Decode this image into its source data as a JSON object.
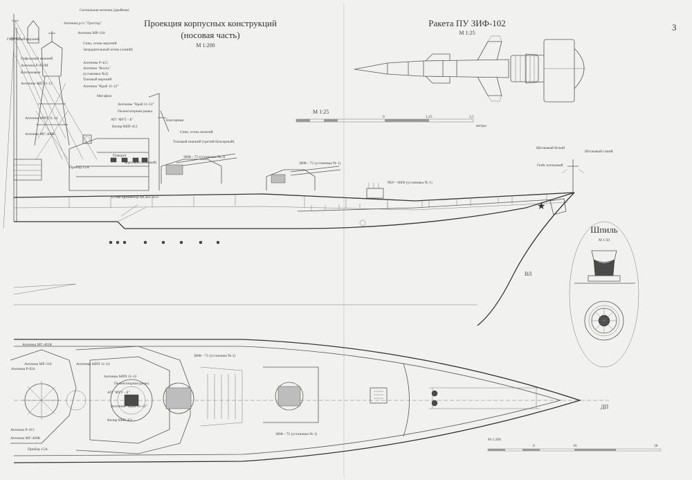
{
  "sheet": {
    "page_number": "3",
    "hull_title_line1": "Проекция корпусных конструкций",
    "hull_title_line2": "(носовая часть)",
    "hull_scale": "М 1:200",
    "missile_title": "Ракета ПУ ЗИФ-102",
    "missile_scale": "М 1:25",
    "scale_bar": {
      "label": "М 1:25",
      "ticks": [
        "0",
        "1,25",
        "2,5"
      ],
      "unit": "метры"
    },
    "bottom_scale": {
      "label": "М 1:200",
      "ticks": [
        "0",
        "10",
        "20"
      ]
    },
    "windlass": {
      "title": "Шпиль",
      "scale": "М 1:50"
    },
    "waterline_label": "ВЛ",
    "centerline_label": "ДП"
  },
  "side_labels": [
    "Сигнальная антенна (двойная)",
    "Антенна р/ст \"Гроттор\"",
    "Антенна МР-310",
    "Гафельный верхний",
    "Спец. огонь верхний",
    "Заградительный огонь (синий)",
    "Гафельный нижний",
    "Антенна Р-033М",
    "Клотиковые",
    "Антенны Р-415",
    "Антенна \"Волга\"",
    "(установка №2)",
    "Топовый верхний",
    "Антенны МП 11-12",
    "Антенна \"Краб 11-12\"",
    "Мегафон",
    "Антенны \"Краб 11-12\"",
    "Пеленгаторная рамка",
    "АП \"ФУТ - Б\"",
    "Визир ВБП-451",
    "Антенна МРП 11-14",
    "Антенна МГ-409К",
    "Буксирные",
    "Спец. огонь нижний",
    "Топовый нижний (третий буксирный)",
    "Прибор 15А",
    "Поворот",
    "Бортовой (зеленый)",
    "ЗИФ - 75 (установка № 2)",
    "ЗИФ - 75 (установка № 1)",
    "45-мм прожектор МСНЗ-45/2",
    "РБУ - 6000 (установка № 1)",
    "Штоковый белый",
    "Штоковый синий",
    "Гюйс штоковый"
  ],
  "plan_labels": [
    "Антенна МГ-401К",
    "Антенна МР-310",
    "Антенна Р-824",
    "Антенны МРП 11-14",
    "Антенна МРП 11-12",
    "Пеленгаторная рамка",
    "АП \"ФУТ - Б\"",
    "Антенны \"Краб 11-12\"",
    "Визир ВБП-451",
    "ЗИФ - 75 (установка № 2)",
    "ЗИФ - 75 (установка № 1)",
    "Антенна Р-415",
    "Антенна МГ-409К",
    "Прибор 15А"
  ]
}
